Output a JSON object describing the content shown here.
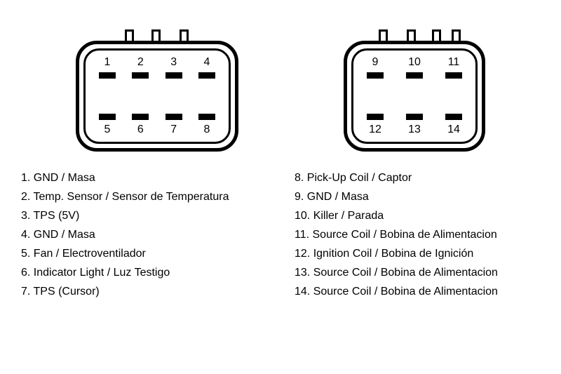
{
  "diagram_title": "",
  "colors": {
    "line": "#000000",
    "background": "#ffffff",
    "pin_fill": "#000000"
  },
  "connectors": [
    {
      "id": "left-connector",
      "top_pins": [
        "1",
        "2",
        "3",
        "4"
      ],
      "bottom_pins": [
        "5",
        "6",
        "7",
        "8"
      ],
      "tab_count": 3
    },
    {
      "id": "right-connector",
      "top_pins": [
        "9",
        "10",
        "11"
      ],
      "bottom_pins": [
        "12",
        "13",
        "14"
      ],
      "tab_count": 4
    }
  ],
  "legend": {
    "left": [
      "1. GND / Masa",
      "2. Temp. Sensor / Sensor de Temperatura",
      "3. TPS (5V)",
      "4. GND / Masa",
      "5. Fan / Electroventilador",
      "6. Indicator Light / Luz Testigo",
      "7. TPS (Cursor)"
    ],
    "right": [
      "8. Pick-Up Coil / Captor",
      "9. GND / Masa",
      "10. Killer / Parada",
      "11. Source Coil / Bobina de Alimentacion",
      "12. Ignition Coil / Bobina de Ignición",
      "13. Source Coil / Bobina de Alimentacion",
      "14. Source Coil / Bobina de Alimentacion"
    ]
  }
}
